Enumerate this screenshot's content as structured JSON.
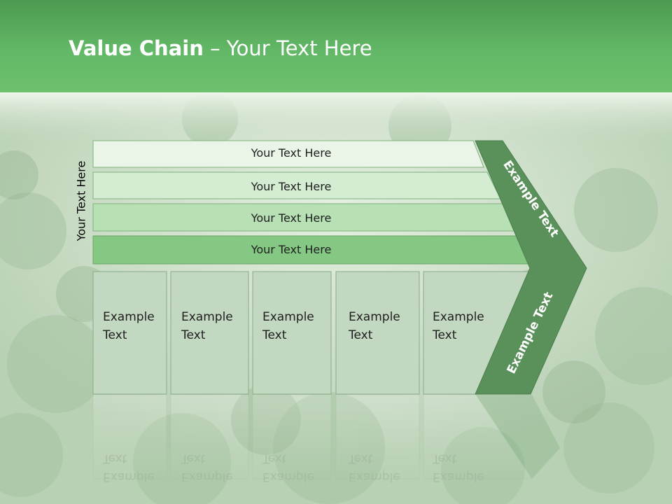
{
  "slide": {
    "title_bold": "Value Chain",
    "title_rest": " – Your Text Here",
    "side_label": "Your Text Here"
  },
  "support_bars": [
    {
      "label": "Your Text Here"
    },
    {
      "label": "Your Text Here"
    },
    {
      "label": "Your Text Here"
    },
    {
      "label": "Your Text Here"
    }
  ],
  "primary_boxes": [
    {
      "line1": "Example",
      "line2": "Text"
    },
    {
      "line1": "Example",
      "line2": "Text"
    },
    {
      "line1": "Example",
      "line2": "Text"
    },
    {
      "line1": "Example",
      "line2": "Text"
    },
    {
      "line1": "Example",
      "line2": "Text"
    }
  ],
  "margin_arrow": {
    "upper_label": "Example Text",
    "lower_label": "Example Text"
  },
  "colors": {
    "header_green": "#5fb35c",
    "chevron_green": "#5a915a",
    "box_fill": "#c3d8c1",
    "bar_fills": [
      "#eaf5e8",
      "#d4ecd2",
      "#b7e0b4",
      "#84c884"
    ]
  }
}
